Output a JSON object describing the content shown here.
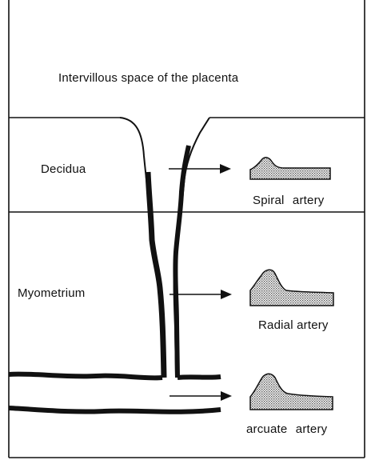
{
  "labels": {
    "intervillous": "Intervillous space of the placenta",
    "decidua": "Decidua",
    "myometrium": "Myometrium",
    "spiral": "Spiral artery",
    "radial": "Radial artery",
    "arcuate": "arcuate artery"
  },
  "colors": {
    "ink": "#111111",
    "waveform_fill": "#bdbdbd"
  }
}
